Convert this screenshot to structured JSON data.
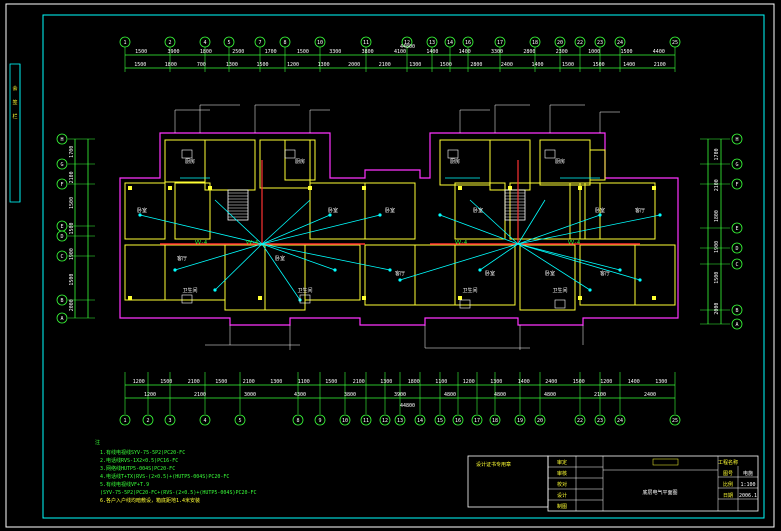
{
  "colors": {
    "background": "#000000",
    "frame": "#ffffff",
    "border": "#00ffff",
    "grid": "#39ff39",
    "wall": "#ffff33",
    "outline": "#ff33ff",
    "wiring": "#00ffff",
    "trunk": "#ff3333",
    "text": "#ffffff"
  },
  "drawing": {
    "total_dimension_top": "44800",
    "total_dimension_bottom": "44800",
    "label_west": "VV-4",
    "label_east": "VV-4",
    "title_cell": "底层电气平面图",
    "stamp_text": "设计证书专用章"
  },
  "axes_top": [
    "1",
    "2",
    "4",
    "5",
    "7",
    "8",
    "10",
    "11",
    "12",
    "13",
    "14",
    "16",
    "17",
    "18",
    "20",
    "22",
    "23",
    "24",
    "25"
  ],
  "axes_bottom": [
    "1",
    "2",
    "3",
    "4",
    "5",
    "8",
    "9",
    "10",
    "11",
    "12",
    "13",
    "14",
    "15",
    "16",
    "17",
    "18",
    "19",
    "20",
    "22",
    "23",
    "24",
    "25"
  ],
  "axes_left": [
    "H",
    "G",
    "F",
    "E",
    "D",
    "C",
    "B",
    "A"
  ],
  "axes_right": [
    "H",
    "G",
    "F",
    "E",
    "D",
    "C",
    "B",
    "A"
  ],
  "dims_top_row1": [
    "1500",
    "3900",
    "1800",
    "2500",
    "1700",
    "1500",
    "3300",
    "3800",
    "4100",
    "1400",
    "1400",
    "3300",
    "2800",
    "2300",
    "1000",
    "1500",
    "4400"
  ],
  "dims_top_row2": [
    "1500",
    "1800",
    "700",
    "1300",
    "1500",
    "1200",
    "1300",
    "2000",
    "2100",
    "1300",
    "1500",
    "2800",
    "2400",
    "1400",
    "1500",
    "1500",
    "1400",
    "2100"
  ],
  "dims_bottom_row1": [
    "1200",
    "1500",
    "2100",
    "1500",
    "2100",
    "1300",
    "1100",
    "1500",
    "2100",
    "1300",
    "1800",
    "1100",
    "1200",
    "1300",
    "1400",
    "2400",
    "1500",
    "1200",
    "1400",
    "1300"
  ],
  "dims_bottom_row2": [
    "1200",
    "2100",
    "3000",
    "4300",
    "3800",
    "3900",
    "4800",
    "4800",
    "4800",
    "2100",
    "2400"
  ],
  "dims_left": [
    "1700",
    "2100",
    "1500",
    "1500",
    "1900",
    "1500",
    "2000"
  ],
  "dims_right": [
    "1700",
    "2100",
    "1800",
    "1900",
    "1500",
    "2000"
  ],
  "notes": {
    "heading": "注",
    "lines": [
      "1.有线电视线SYV-75-5P2)PC20-FC",
      "2.电话线RVS-1X2×0.5)PC16-FC",
      "3.网络线HUTP5-004S)PC20-FC",
      "4.电话线T+TX(RVS-(2×0.5)+(HUTP5-004S)PC20-FC",
      "5.有线电视线VF+T.9",
      "(SYV-75-5P2)PC20-FC+(RVS-(2×0.5)+(HUTP5-004S)PC20-FC",
      "6.各户入户线均暗敷设，箱底距地1.4米安装"
    ]
  },
  "title_block": {
    "rows_left": [
      "审定",
      "审核",
      "校对",
      "设计",
      "制图"
    ],
    "labels_right": [
      "图号",
      "比例",
      "日期"
    ],
    "values_right": [
      "电施",
      "1:100",
      "2006.1"
    ],
    "project": "工程名称",
    "drawing_name": "底层电气平面图",
    "left_strip": [
      "会",
      "签",
      "栏"
    ]
  },
  "rooms": [
    "卧室",
    "卧室",
    "客厅",
    "卧室",
    "卧室",
    "客厅",
    "卧室",
    "卧室",
    "客厅",
    "卧室",
    "卧室",
    "客厅",
    "厨房",
    "厨房",
    "厨房",
    "厨房",
    "卫生间",
    "卫生间",
    "卫生间",
    "卫生间"
  ]
}
